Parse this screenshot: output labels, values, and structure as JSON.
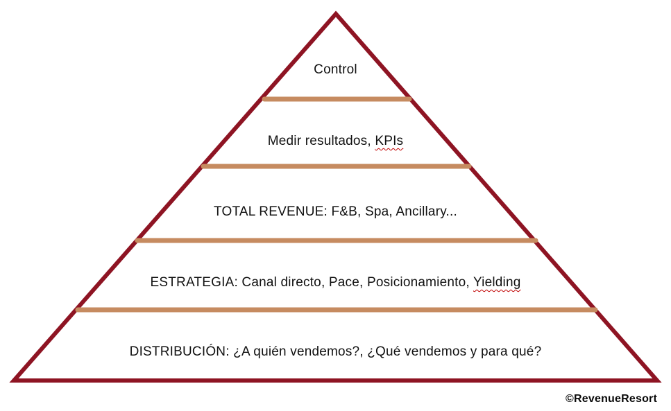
{
  "colors": {
    "outline": "#8E1423",
    "divider": "#C68B60",
    "text": "#111111",
    "flag_underline": "#C00000"
  },
  "pyramid": {
    "levels": [
      {
        "main": "Control",
        "flagged": ""
      },
      {
        "main": "Medir resultados, ",
        "flagged": "KPIs"
      },
      {
        "main": "TOTAL REVENUE: F&B, Spa, Ancillary...",
        "flagged": ""
      },
      {
        "main": "ESTRATEGIA: Canal directo, Pace, Posicionamiento, ",
        "flagged": "Yielding"
      },
      {
        "main": "DISTRIBUCIÓN: ¿A quién vendemos?, ¿Qué vendemos y para qué?",
        "flagged": ""
      }
    ]
  },
  "watermark": "©RevenueResort"
}
